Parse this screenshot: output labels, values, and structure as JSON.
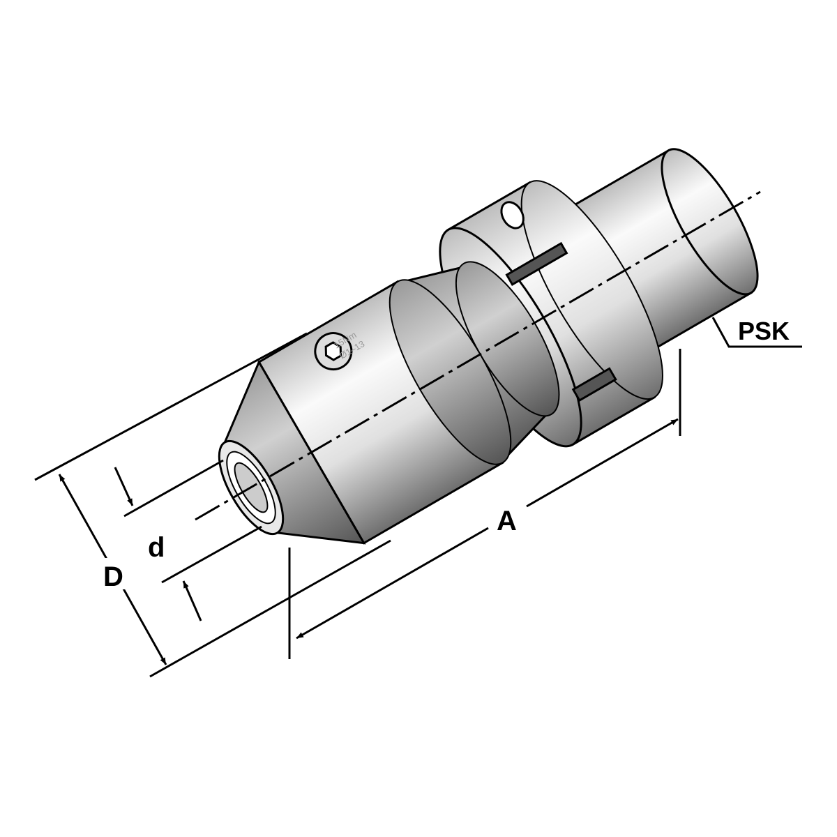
{
  "labels": {
    "D": "D",
    "d": "d",
    "A": "A",
    "PSK": "PSK"
  },
  "engraving": {
    "torque": "15Nm",
    "range": "Ø1–13"
  },
  "colors": {
    "line": "#000000",
    "metal_light": "#f2f2f2",
    "metal_dark": "#7a7a7a"
  }
}
